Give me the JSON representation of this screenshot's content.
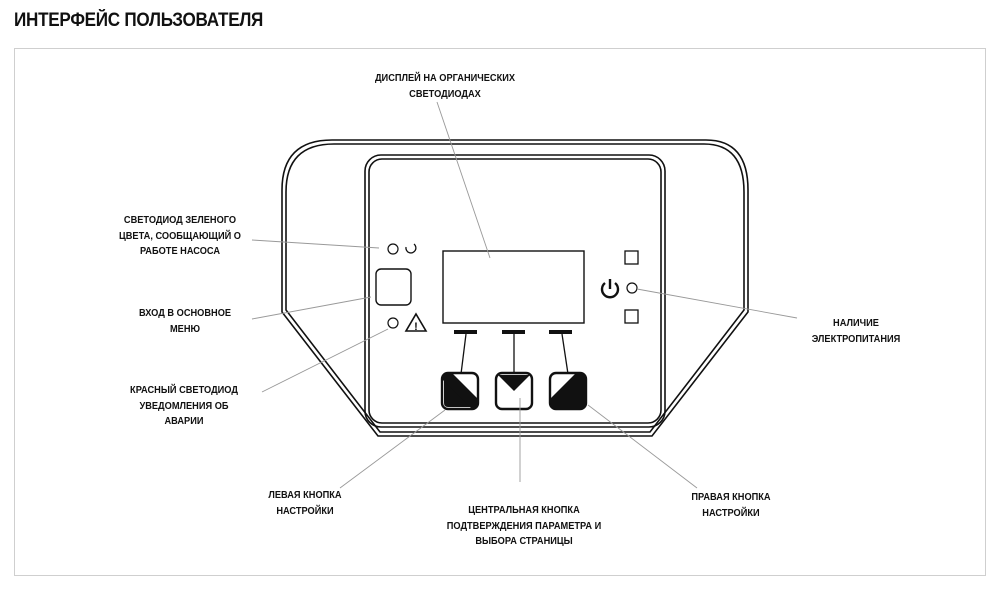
{
  "title": "ИНТЕРФЕЙС ПОЛЬЗОВАТЕЛЯ",
  "labels": {
    "display": "ДИСПЛЕЙ НА ОРГАНИЧЕСКИХ\nСВЕТОДИОДАХ",
    "green_led": "СВЕТОДИОД ЗЕЛЕНОГО\nЦВЕТА, СООБЩАЮЩИЙ О\nРАБОТЕ НАСОСА",
    "menu": "ВХОД В ОСНОВНОЕ\nМЕНЮ",
    "red_led": "КРАСНЫЙ СВЕТОДИОД\nУВЕДОМЛЕНИЯ ОБ\nАВАРИИ",
    "left_button": "ЛЕВАЯ КНОПКА\nНАСТРОЙКИ",
    "center_button": "ЦЕНТРАЛЬНАЯ КНОПКА\nПОДТВЕРЖДЕНИЯ ПАРАМЕТРА И\nВЫБОРА СТРАНИЦЫ",
    "right_button": "ПРАВАЯ КНОПКА\nНАСТРОЙКИ",
    "power": "НАЛИЧИЕ\nЭЛЕКТРОПИТАНИЯ"
  }
}
